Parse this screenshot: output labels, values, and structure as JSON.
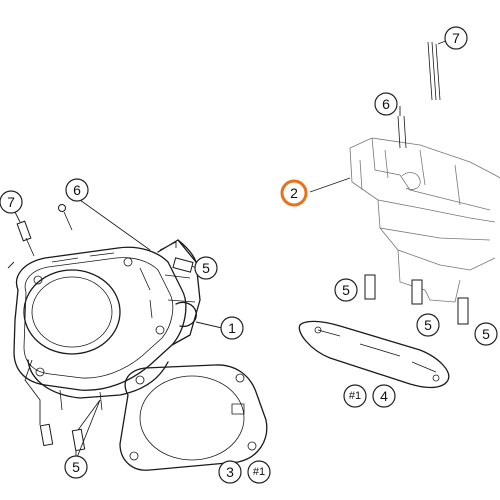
{
  "callouts": [
    {
      "id": "c-7-top",
      "label": "7"
    },
    {
      "id": "c-6-right",
      "label": "6"
    },
    {
      "id": "c-2",
      "label": "2",
      "highlight": true
    },
    {
      "id": "c-7-left",
      "label": "7"
    },
    {
      "id": "c-6-left",
      "label": "6"
    },
    {
      "id": "c-5-a",
      "label": "5"
    },
    {
      "id": "c-1",
      "label": "1"
    },
    {
      "id": "c-5-b",
      "label": "5"
    },
    {
      "id": "c-5-c",
      "label": "5"
    },
    {
      "id": "c-5-d",
      "label": "5"
    },
    {
      "id": "c-5-e",
      "label": "5"
    },
    {
      "id": "c-4",
      "label": "4"
    },
    {
      "id": "c-3",
      "label": "3"
    }
  ],
  "refs": [
    {
      "id": "r-1-a",
      "label": "#1"
    },
    {
      "id": "r-1-b",
      "label": "#1"
    }
  ],
  "colors": {
    "highlight": "#e8711a",
    "line": "#1a1a1a"
  }
}
